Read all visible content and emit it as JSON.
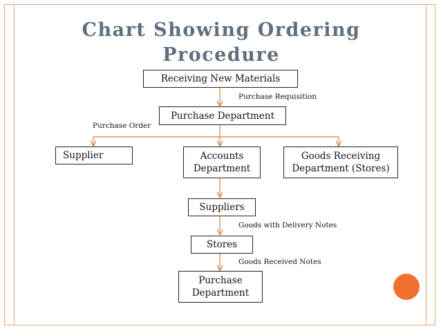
{
  "title": "Chart Showing Ordering Procedure",
  "nodes": {
    "receiving": "Receiving New Materials",
    "purchase_dept_top": "Purchase Department",
    "supplier": "Supplier",
    "accounts": "Accounts Department",
    "goods_receiving": "Goods Receiving Department (Stores)",
    "suppliers": "Suppliers",
    "stores": "Stores",
    "purchase_dept_bottom": "Purchase Department"
  },
  "labels": {
    "purchase_requisition": "Purchase Requisition",
    "purchase_order": "Purchase Order",
    "goods_delivery_notes": "Goods with Delivery Notes",
    "goods_received_notes": "Goods Received Notes"
  },
  "colors": {
    "title": "#5f6f7e",
    "connector": "#e07a3a",
    "accent_dot": "#f07030",
    "frame": "#e8a27a"
  }
}
